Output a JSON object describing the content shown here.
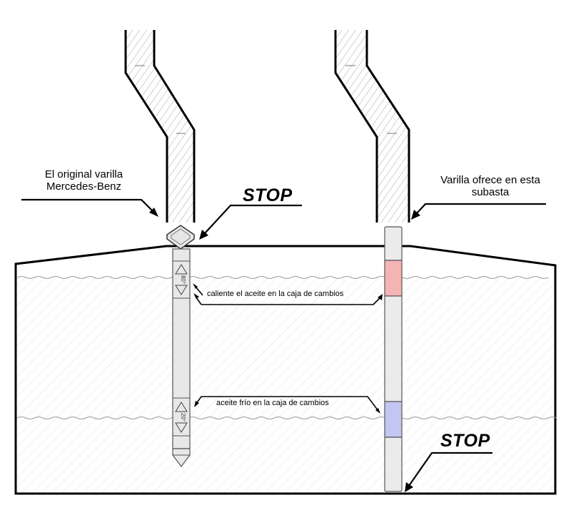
{
  "labels": {
    "original": "El original varilla Mercedes-Benz",
    "offered": "Varilla ofrece en esta subasta",
    "stop_left": "STOP",
    "stop_right": "STOP",
    "hot_oil": "caliente el aceite en la caja de cambios",
    "cold_oil": "aceite frío en la caja de cambios"
  },
  "left_dipstick": {
    "upper_mark": "80°",
    "lower_mark": "20°"
  },
  "colors": {
    "line": "#000000",
    "oil_fill": "#f7f7f7",
    "hatch": "#d6d6d6",
    "hot_band": "#f4b4b4",
    "cold_band": "#c3c6f0",
    "stick": "#e8e8e8"
  }
}
